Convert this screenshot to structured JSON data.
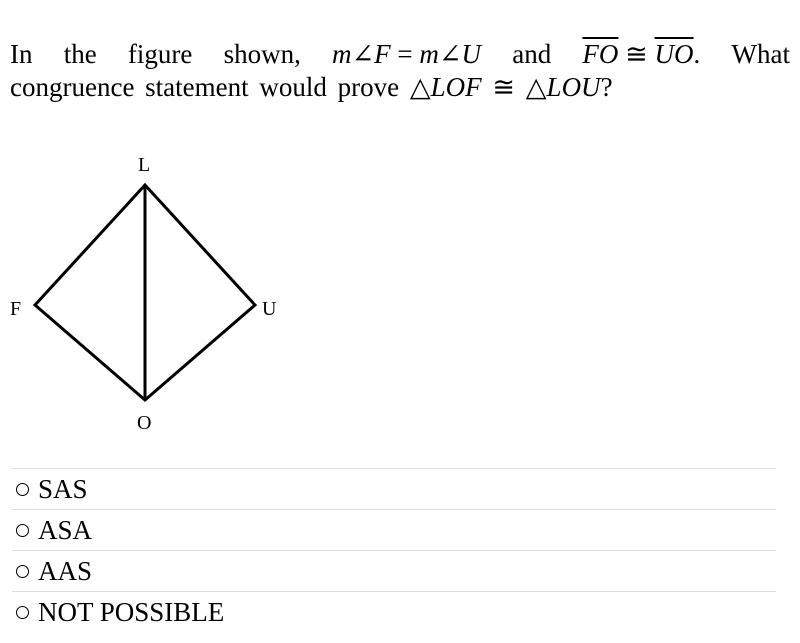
{
  "question": {
    "w1": "In",
    "w2": "the",
    "w3": "figure",
    "w4": "shown,",
    "m1": "m",
    "a1": "∠",
    "F": "F",
    "eq": " = ",
    "m2": "m",
    "a2": "∠",
    "U": "U",
    "and": "and",
    "seg1": "FO",
    "cong1": " ≅ ",
    "seg2": "UO",
    "dot": ".",
    "what": "What",
    "line2_text": "congruence statement would prove ",
    "tri1": "△",
    "lof": "LOF",
    "cong2": " ≅ ",
    "tri2": "△",
    "lou": "LOU",
    "q": "?"
  },
  "figure": {
    "labels": {
      "L": "L",
      "F": "F",
      "U": "U",
      "O": "O"
    }
  },
  "options": [
    {
      "label": "SAS"
    },
    {
      "label": "ASA"
    },
    {
      "label": "AAS"
    },
    {
      "label": "NOT POSSIBLE"
    }
  ]
}
